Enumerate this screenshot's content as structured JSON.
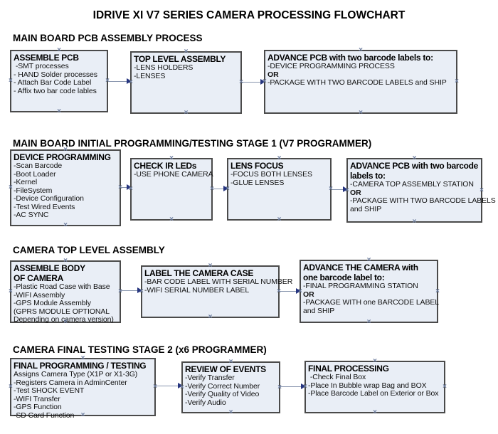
{
  "page_title": "IDRIVE XI V7 SERIES CAMERA PROCESSING FLOWCHART",
  "icons": {
    "connection_point": "×",
    "arrow_head": "right-triangle"
  },
  "colors": {
    "box_fill": "#e9eef6",
    "box_border": "#4a4a4a",
    "arrow_line": "#8794ad",
    "arrow_head": "#26357f",
    "connection_point": "#6f7fa0",
    "text": "#000000"
  },
  "sections": [
    {
      "header": "MAIN BOARD PCB ASSEMBLY PROCESS",
      "boxes": [
        {
          "title": "ASSEMBLE PCB",
          "lines": [
            " -SMT processes",
            "- HAND Solder processes",
            "- Attach Bar Code Label",
            "- Affix two bar code lables"
          ]
        },
        {
          "title": "TOP LEVEL ASSEMBLY",
          "lines": [
            "-LENS HOLDERS",
            "-LENSES"
          ]
        },
        {
          "title": "ADVANCE PCB with two barcode labels to:",
          "lines": [
            "-DEVICE PROGRAMMING PROCESS",
            "OR",
            "-PACKAGE WITH TWO BARCODE LABELS and SHIP"
          ]
        }
      ]
    },
    {
      "header": "MAIN BOARD INITIAL PROGRAMMING/TESTING STAGE 1 (V7 PROGRAMMER)",
      "boxes": [
        {
          "title": "DEVICE PROGRAMMING",
          "lines": [
            "-Scan Barcode",
            "-Boot Loader",
            "-Kernel",
            "-FileSystem",
            "-Device Configuration",
            "-Test Wired Events",
            "-AC SYNC"
          ]
        },
        {
          "title": "CHECK IR LEDs",
          "lines": [
            "-USE PHONE CAMERA"
          ]
        },
        {
          "title": "LENS FOCUS",
          "lines": [
            "-FOCUS BOTH LENSES",
            "-GLUE LENSES"
          ]
        },
        {
          "title": "ADVANCE PCB with two barcode labels to:",
          "lines": [
            "-CAMERA TOP ASSEMBLY STATION",
            "OR",
            "-PACKAGE WITH TWO BARCODE LABELS",
            "and SHIP"
          ]
        }
      ]
    },
    {
      "header": "CAMERA TOP LEVEL ASSEMBLY",
      "boxes": [
        {
          "title": "ASSEMBLE BODY OF CAMERA",
          "lines": [
            "-Plastic Road Case with Base",
            "-WIFI Assembly",
            "-GPS Module Assembly",
            "(GPRS MODULE OPTIONAL",
            "Depending on camera version)"
          ]
        },
        {
          "title": "LABEL THE CAMERA CASE",
          "lines": [
            "-BAR CODE LABEL WITH SERIAL NUMBER",
            "-WIFI SERIAL NUMBER LABEL"
          ]
        },
        {
          "title": "ADVANCE THE CAMERA with one barcode label to:",
          "lines": [
            "-FINAL PROGRAMMING STATION",
            "OR",
            "-PACKAGE WITH one BARCODE LABEL",
            "and SHIP"
          ]
        }
      ]
    },
    {
      "header": "CAMERA FINAL TESTING STAGE 2 (x6 PROGRAMMER)",
      "boxes": [
        {
          "title": "FINAL PROGRAMMING / TESTING",
          "lines": [
            "Assigns Camera Type (X1P or X1-3G)",
            "-Registers Camera in AdminCenter",
            "-Test SHOCK EVENT",
            "-WIFI Transfer",
            "-GPS Function",
            "-SD Card Function"
          ]
        },
        {
          "title": "REVIEW OF EVENTS",
          "lines": [
            "-Verify Transfer",
            "-Verify Correct Number",
            "-Verify Quality of Video",
            "-Verify Audio"
          ]
        },
        {
          "title": "FINAL PROCESSING",
          "lines": [
            " -Check Final Box",
            "-Place In Bubble wrap Bag and BOX",
            "-Place Barcode Label on Exterior or Box"
          ]
        }
      ]
    }
  ]
}
